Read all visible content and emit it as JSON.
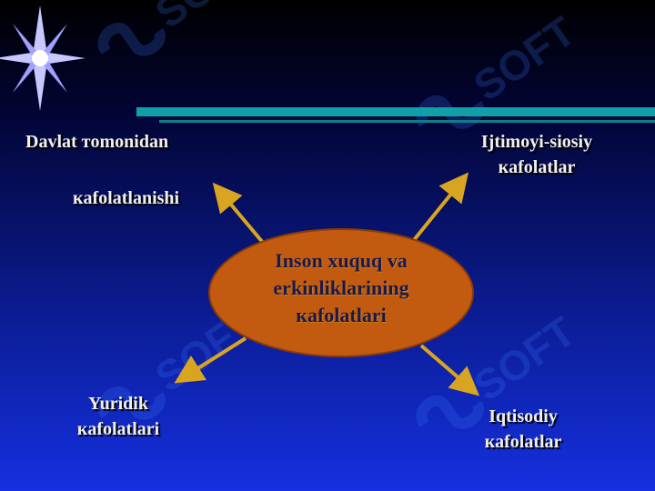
{
  "diagram": {
    "center": {
      "line1": "Inson xuquq va",
      "line2": "erkinliklarining",
      "line3": "кafolatlari"
    },
    "top_left": {
      "line1": "Davlat тomonidan",
      "line2": "кafolatlanishi"
    },
    "top_right": {
      "line1": "Ijtimoyi-siosiy",
      "line2": "кafolatlar"
    },
    "bottom_left": {
      "line1": "Yuridik",
      "line2": "кafolatlari"
    },
    "bottom_right": {
      "line1": "Iqtisodiy",
      "line2": "кafolatlar"
    }
  },
  "watermark_text": "SOFT",
  "colors": {
    "ellipse_fill": "#c25a10",
    "arrow": "#d9a520",
    "text": "#f0f0f0",
    "stripe": "#0fa0a8"
  }
}
